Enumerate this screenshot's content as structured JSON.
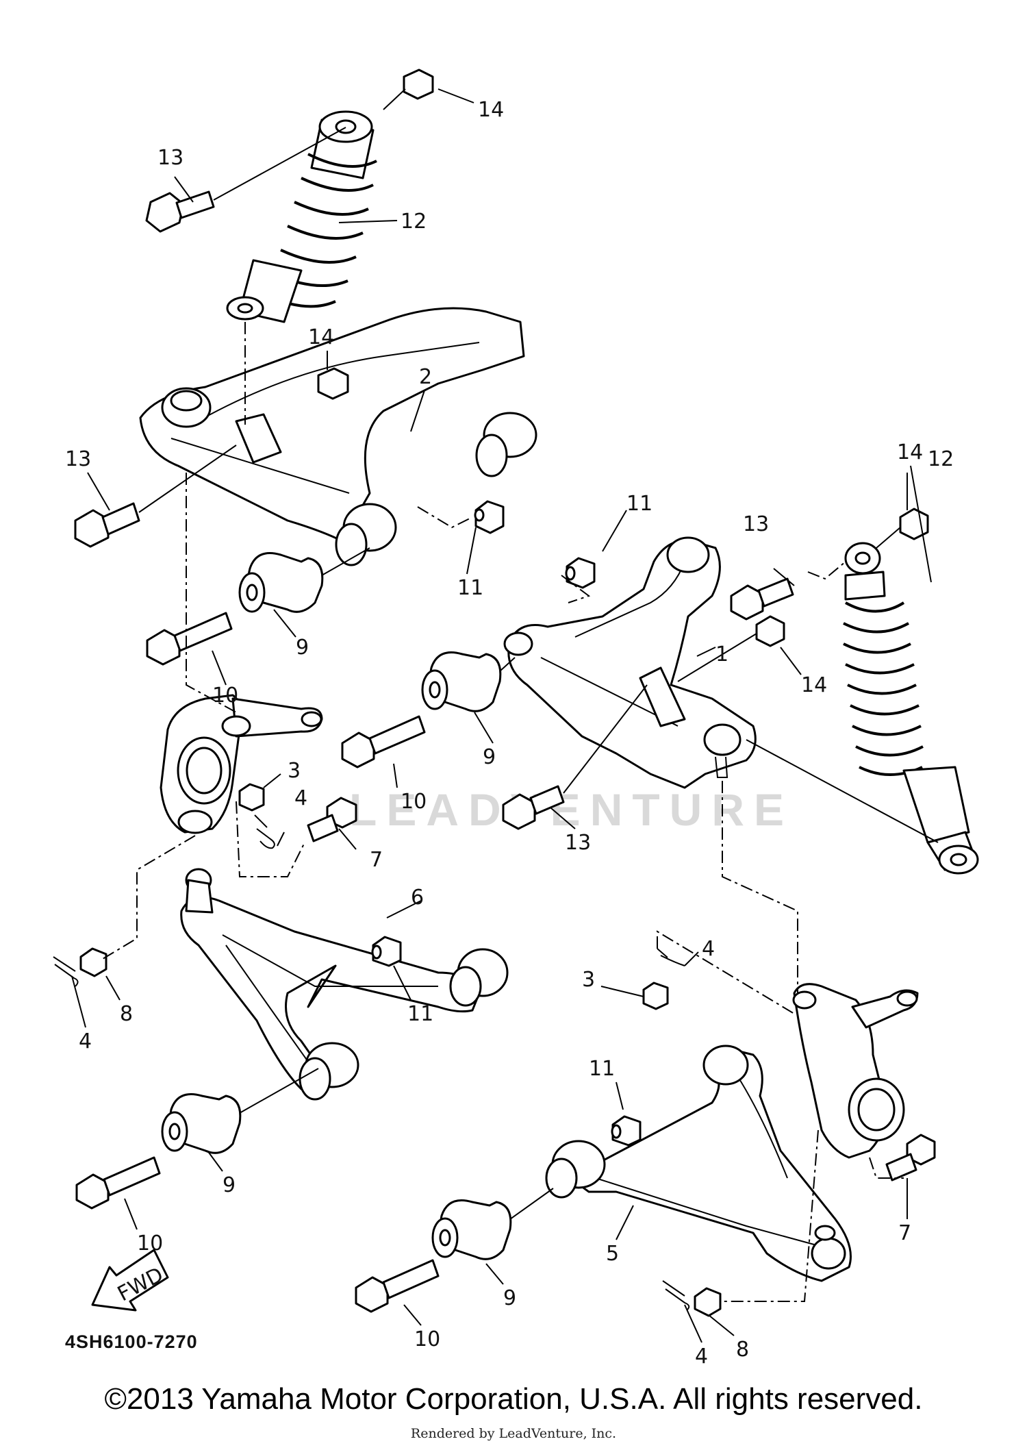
{
  "diagram": {
    "callouts": {
      "c1": "1",
      "c2": "2",
      "c3a": "3",
      "c3b": "3",
      "c4a": "4",
      "c4b": "4",
      "c4c": "4",
      "c4d": "4",
      "c5": "5",
      "c6": "6",
      "c7a": "7",
      "c7b": "7",
      "c8a": "8",
      "c8b": "8",
      "c9a": "9",
      "c9b": "9",
      "c9c": "9",
      "c9d": "9",
      "c10a": "10",
      "c10b": "10",
      "c10c": "10",
      "c10d": "10",
      "c11a": "11",
      "c11b": "11",
      "c11c": "11",
      "c11d": "11",
      "c12a": "12",
      "c12b": "12",
      "c13a": "13",
      "c13b": "13",
      "c13c": "13",
      "c13d": "13",
      "c14a": "14",
      "c14b": "14",
      "c14c": "14",
      "c14d": "14"
    },
    "diagram_code": "4SH6100-7270",
    "fwd_label": "FWD",
    "watermark": "LEADVENTURE"
  },
  "footer": {
    "copyright": "©2013 Yamaha Motor Corporation, U.S.A. All rights reserved.",
    "rendered_by": "Rendered by LeadVenture, Inc."
  }
}
